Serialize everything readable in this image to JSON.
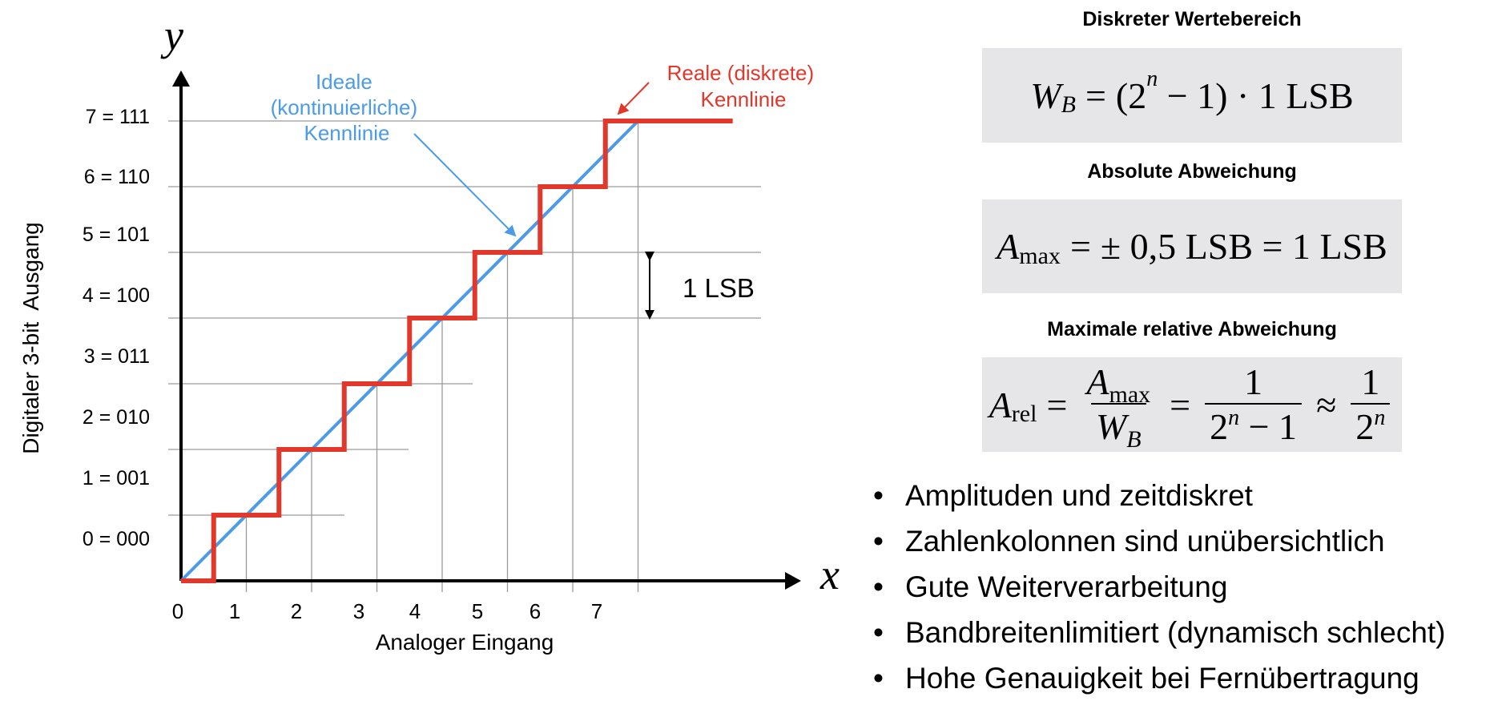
{
  "diagram": {
    "y_axis_label": "Digitaler 3-bit  Ausgang",
    "x_axis_label": "Analoger Eingang",
    "y_var": "y",
    "x_var": "x",
    "x_ticks": [
      "0",
      "1",
      "2",
      "3",
      "4",
      "5",
      "6",
      "7"
    ],
    "y_ticks": [
      "0 = 000",
      "1 = 001",
      "2 = 010",
      "3 = 011",
      "4 = 100",
      "5 = 101",
      "6 = 110",
      "7 = 111"
    ],
    "ideal_label": [
      "Ideale",
      "(kontinuierliche)",
      "Kennlinie"
    ],
    "real_label": [
      "Reale (diskrete)",
      "Kennlinie"
    ],
    "lsb_label": "1 LSB",
    "colors": {
      "ideal": "#4b9be8",
      "real": "#e1382b",
      "grid": "#9a9a9a",
      "axis": "#000000"
    }
  },
  "formulas": {
    "wertebereich_title": "Diskreter Wertebereich",
    "abweichung_title": "Absolute Abweichung",
    "relativ_title": "Maximale relative Abweichung",
    "wb_symbol": "W",
    "wb_sub": "B",
    "wb_open": "(2",
    "exp_n": "n",
    "wb_rest": "− 1) · 1 LSB",
    "amax_symbol": "A",
    "amax_sub": "max",
    "amax_rest": "± 0,5 LSB = 1 LSB",
    "arel_sub": "rel",
    "one": "1",
    "two": "2",
    "minus_one": "− 1",
    "eq": "=",
    "approx": "≈",
    "box_color": "#e6e6e8"
  },
  "bullets": [
    "Amplituden und zeitdiskret",
    "Zahlenkolonnen sind unübersichtlich",
    "Gute Weiterverarbeitung",
    "Bandbreitenlimitiert (dynamisch schlecht)",
    "Hohe Genauigkeit bei Fernübertragung"
  ],
  "bullet_symbol": "•"
}
